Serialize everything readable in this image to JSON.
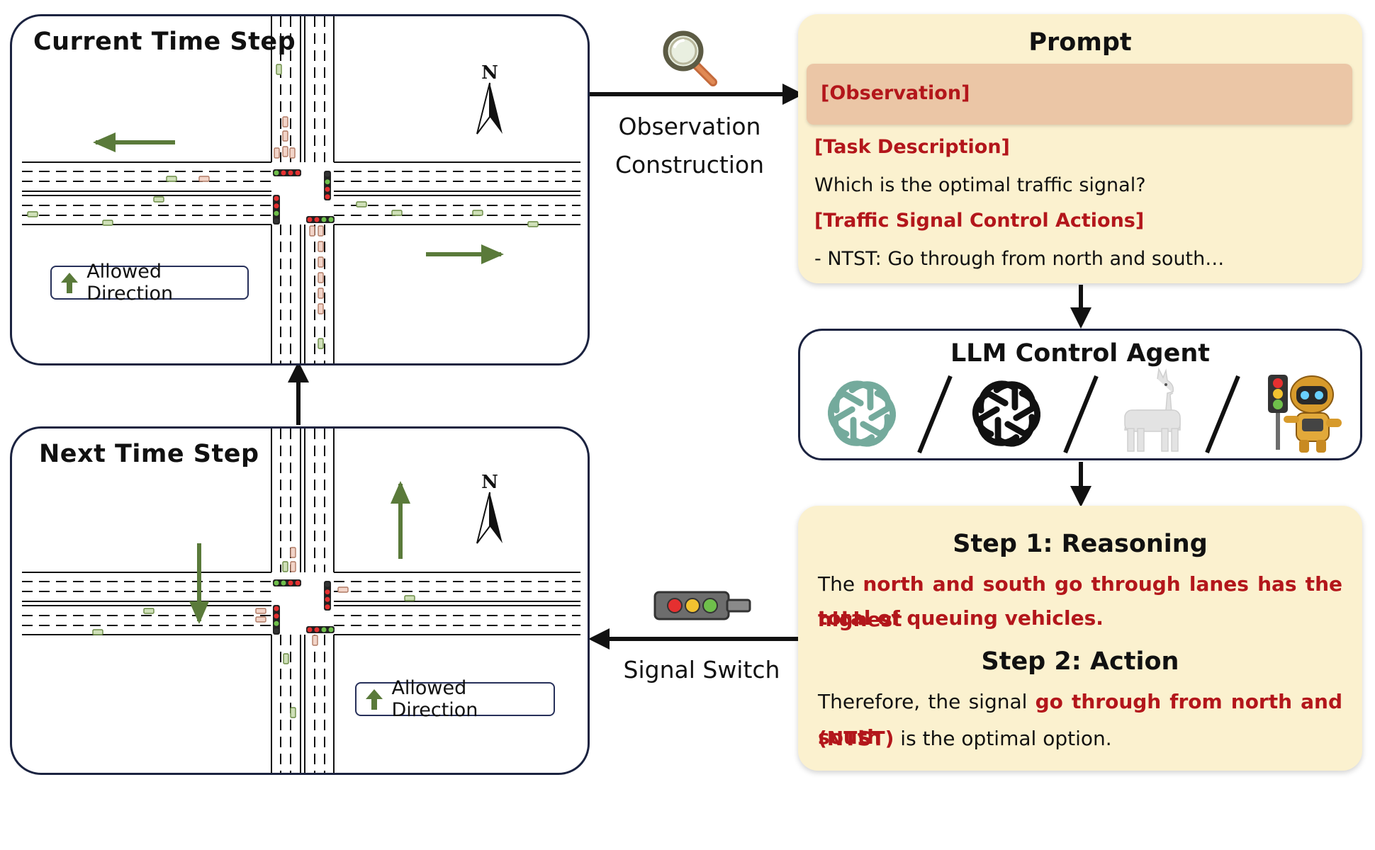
{
  "current_panel": {
    "title": "Current Time Step",
    "legend": "Allowed Direction",
    "compass": "N"
  },
  "next_panel": {
    "title": "Next Time Step",
    "legend": "Allowed Direction",
    "compass": "N"
  },
  "labels": {
    "observation_construction_line1": "Observation",
    "observation_construction_line2": "Construction",
    "signal_switch": "Signal Switch"
  },
  "prompt": {
    "title": "Prompt",
    "observation": "[Observation]",
    "task_description_heading": "[Task Description]",
    "task_question": "Which is the optimal traffic signal?",
    "actions_heading": "[Traffic Signal Control Actions]",
    "action_example": "- NTST: Go through from north and south…"
  },
  "agent": {
    "title": "LLM Control Agent",
    "icons": [
      "chatgpt-green-logo-icon",
      "openai-black-logo-icon",
      "llama-icon",
      "traffic-robot-icon"
    ]
  },
  "response": {
    "step1_title": "Step 1: Reasoning",
    "step1_prefix": "The ",
    "step1_highlight_a": "north and south go through lanes has the highest",
    "step1_highlight_b": "total of queuing vehicles.",
    "step2_title": "Step 2: Action",
    "step2_prefix": "Therefore, the signal ",
    "step2_highlight_a": "go through from north and south",
    "step2_highlight_b": "(NTST)",
    "step2_suffix": " is the optimal option."
  },
  "colors": {
    "arrow_green": "#5a7a3a",
    "highlight_red": "#b3161b",
    "card_fill": "#fbf1cf",
    "observation_fill": "#ebc6a6",
    "border_navy": "#1b2340",
    "chatgpt_green": "#74aa9c"
  }
}
